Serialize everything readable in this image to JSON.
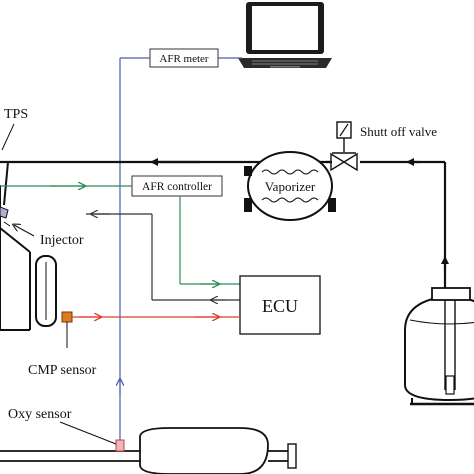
{
  "labels": {
    "afr_meter": "AFR meter",
    "tps": "TPS",
    "shutoff_valve": "Shutt off valve",
    "vaporizer": "Vaporizer",
    "afr_controller": "AFR controller",
    "injector": "Injector",
    "ecu": "ECU",
    "cmp_sensor": "CMP sensor",
    "oxy_sensor": "Oxy sensor"
  },
  "colors": {
    "fuel_line": "#111111",
    "afr_signal": "#2e8b57",
    "cmp_signal": "#d9402b",
    "oxy_signal": "#4a5fa8",
    "cmp_sensor_fill": "#e07a1f",
    "oxy_sensor_fill": "#f2b6b6"
  },
  "icons": {
    "laptop": "laptop-icon",
    "valve": "solenoid-valve-icon",
    "tank": "gas-tank-icon"
  }
}
